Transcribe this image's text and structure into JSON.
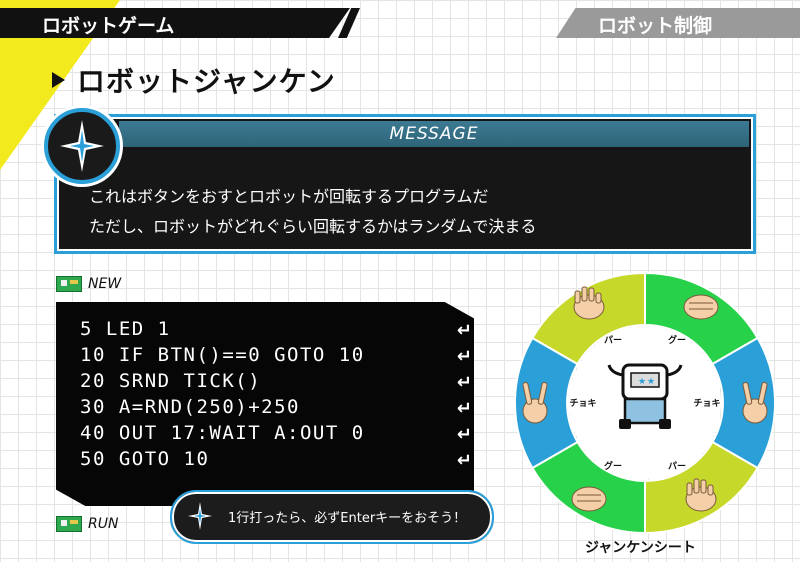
{
  "header": {
    "left_title": "ロボットゲーム",
    "right_title": "ロボット制御"
  },
  "page_title": "ロボットジャンケン",
  "message": {
    "header": "MESSAGE",
    "lines": [
      "これはボタンをおすとロボットが回転するプログラムだ",
      "ただし、ロボットがどれぐらい回転するかはランダムで決まる"
    ]
  },
  "labels": {
    "new": "NEW",
    "run": "RUN"
  },
  "code": {
    "lines": [
      "5 LED 1",
      "10 IF BTN()==0 GOTO 10",
      "20 SRND TICK()",
      "30 A=RND(250)+250",
      "40 OUT 17:WAIT A:OUT 0",
      "50 GOTO 10"
    ],
    "enter_icon": "enter-return-icon"
  },
  "hint": "1行打ったら、必ずEnterキーをおそう！",
  "janken_sheet": {
    "title": "ジャンケンシート",
    "segments": [
      "パー",
      "グー",
      "チョキ",
      "パー",
      "グー",
      "チョキ"
    ]
  },
  "colors": {
    "accent_blue": "#2a9fd8",
    "yellow": "#f2ea1d",
    "lime": "#c6d92a",
    "green": "#27d14a",
    "sky": "#2a9fd8"
  }
}
